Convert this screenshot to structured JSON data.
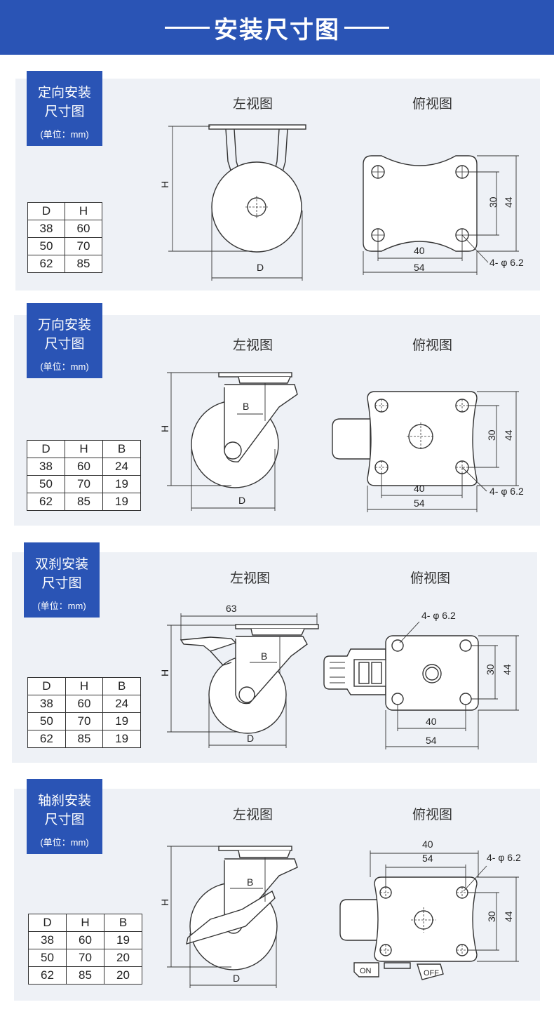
{
  "header": {
    "title": "安装尺寸图"
  },
  "common": {
    "left_view": "左视图",
    "top_view": "俯视图",
    "unit": "(单位：mm)",
    "hole_label": "4- φ 6.2"
  },
  "dims": {
    "D": "D",
    "H": "H",
    "B": "B",
    "w40": "40",
    "w54": "54",
    "h30": "30",
    "h44": "44",
    "w63": "63",
    "on": "ON",
    "off": "OFF"
  },
  "sections": [
    {
      "tag_line1": "定向安装",
      "tag_line2": "尺寸图",
      "table": {
        "headers": [
          "D",
          "H"
        ],
        "rows": [
          [
            "38",
            "60"
          ],
          [
            "50",
            "70"
          ],
          [
            "62",
            "85"
          ]
        ]
      }
    },
    {
      "tag_line1": "万向安装",
      "tag_line2": "尺寸图",
      "table": {
        "headers": [
          "D",
          "H",
          "B"
        ],
        "rows": [
          [
            "38",
            "60",
            "24"
          ],
          [
            "50",
            "70",
            "19"
          ],
          [
            "62",
            "85",
            "19"
          ]
        ]
      }
    },
    {
      "tag_line1": "双刹安装",
      "tag_line2": "尺寸图",
      "table": {
        "headers": [
          "D",
          "H",
          "B"
        ],
        "rows": [
          [
            "38",
            "60",
            "24"
          ],
          [
            "50",
            "70",
            "19"
          ],
          [
            "62",
            "85",
            "19"
          ]
        ]
      }
    },
    {
      "tag_line1": "轴刹安装",
      "tag_line2": "尺寸图",
      "table": {
        "headers": [
          "D",
          "H",
          "B"
        ],
        "rows": [
          [
            "38",
            "60",
            "19"
          ],
          [
            "50",
            "70",
            "20"
          ],
          [
            "62",
            "85",
            "20"
          ]
        ]
      }
    }
  ]
}
